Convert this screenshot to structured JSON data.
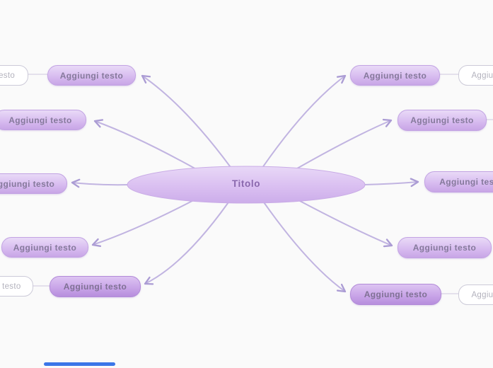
{
  "central_topic": {
    "label": "Titolo"
  },
  "nodes": {
    "left": [
      "Aggiungi testo",
      "Aggiungi testo",
      "Aggiungi testo",
      "Aggiungi testo",
      "Aggiungi testo"
    ],
    "right": [
      "Aggiungi testo",
      "Aggiungi testo",
      "Aggiungi testo",
      "Aggiungi testo",
      "Aggiungi testo"
    ],
    "placeholders": {
      "top_left": "Aggiungi testo",
      "bottom_left": "Aggiungi testo",
      "top_right": "Aggiungi testo",
      "bottom_right": "Aggiungi testo"
    }
  },
  "colors": {
    "background": "#fafafa",
    "node_fill": "#d6b9ef",
    "node_border": "#c2a3e3",
    "node_text": "#85799b",
    "central_fill": "#dabff1",
    "central_text": "#8a68ad",
    "connector": "#c1b4e1",
    "placeholder_border": "#cccad8",
    "placeholder_text": "#b3b2bd",
    "scrollbar_blue": "#3b76e8"
  }
}
